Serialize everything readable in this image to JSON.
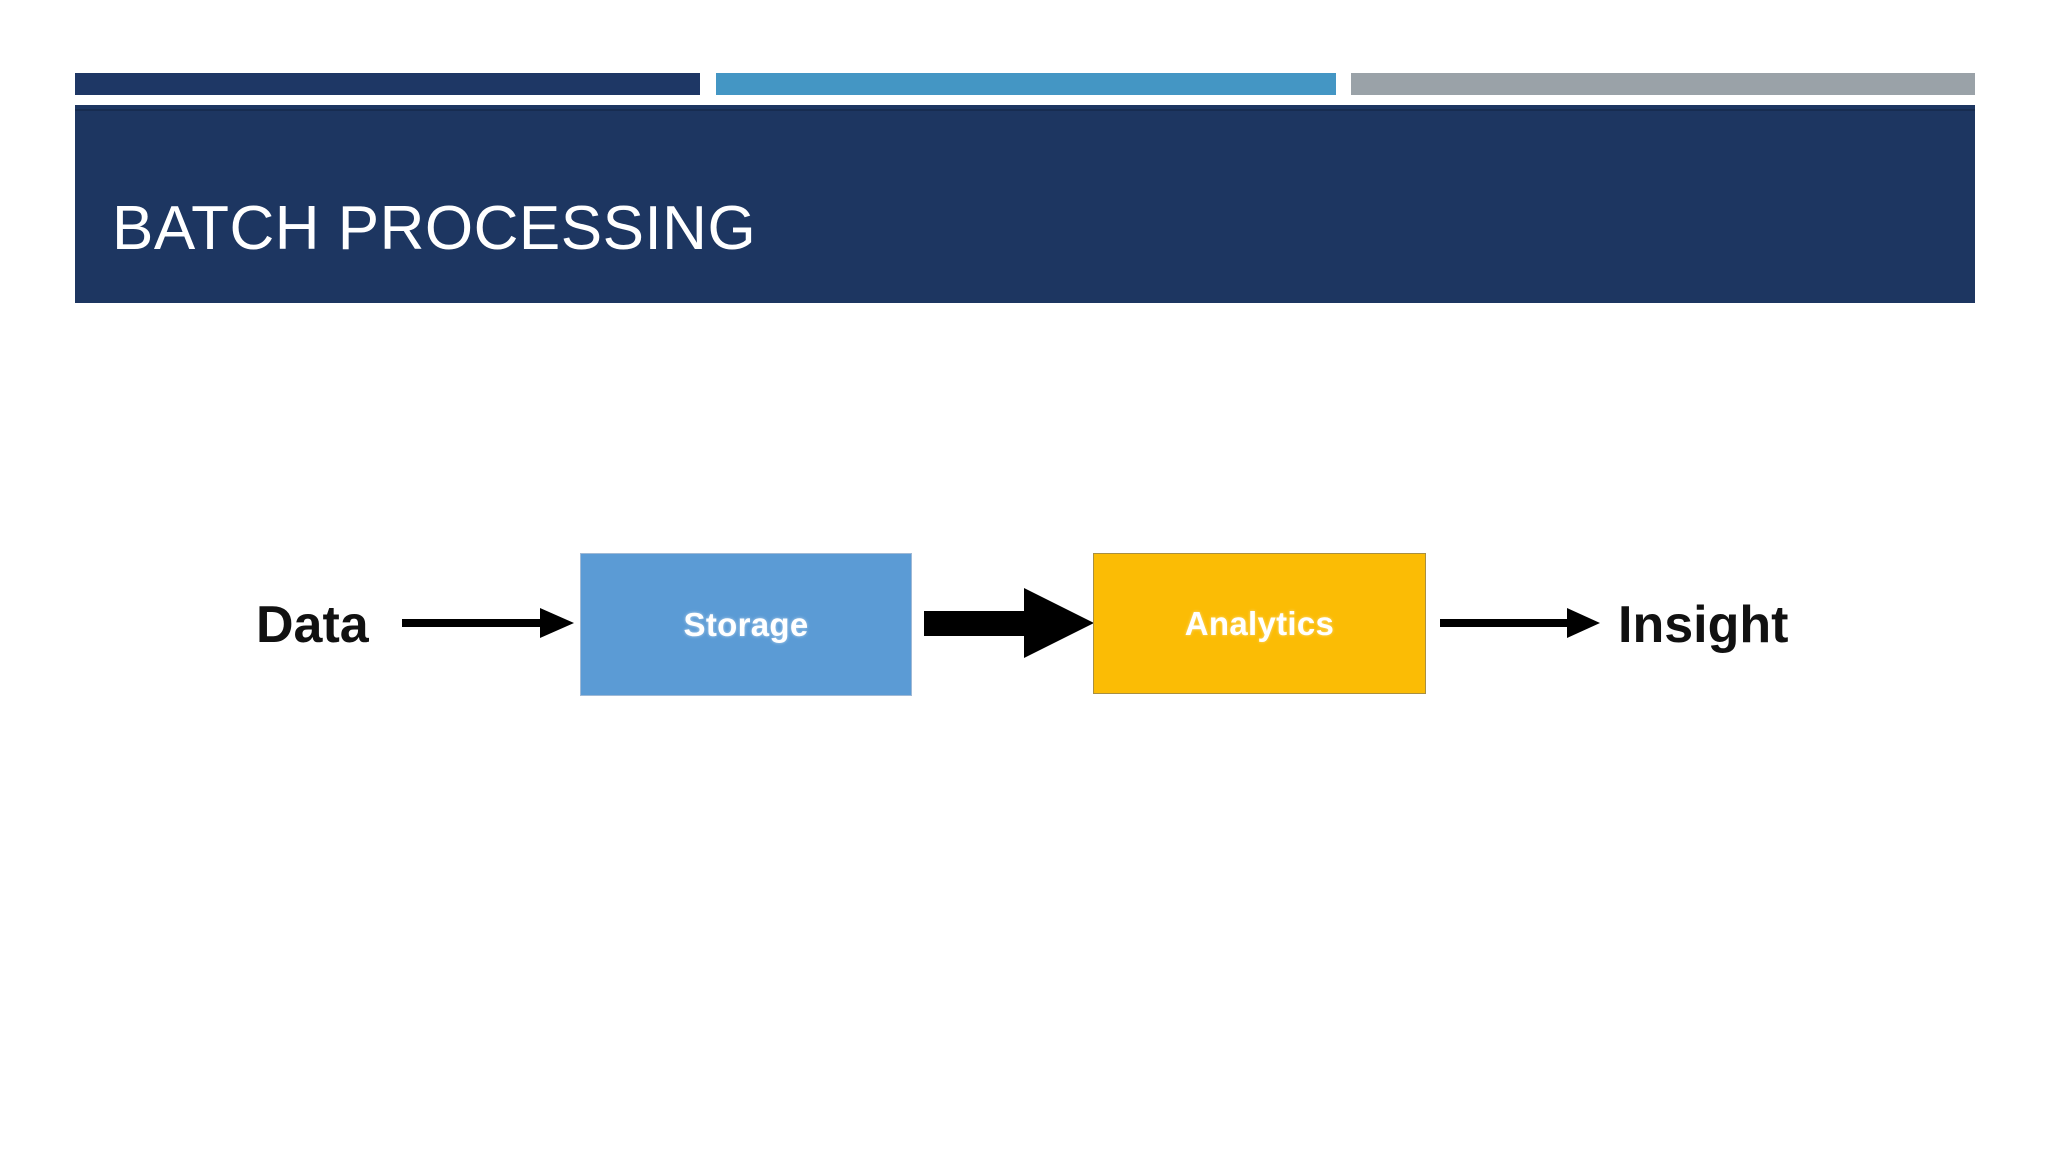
{
  "slide": {
    "title": "BATCH PROCESSING",
    "background_color": "#ffffff"
  },
  "accent_bars": [
    {
      "name": "navy",
      "color": "#1e3765"
    },
    {
      "name": "blue",
      "color": "#4496c4"
    },
    {
      "name": "gray",
      "color": "#9aa2a8"
    }
  ],
  "banner": {
    "color": "#1d3661",
    "title_color": "#ffffff"
  },
  "diagram": {
    "type": "flow",
    "nodes": [
      {
        "id": "data",
        "label": "Data",
        "shape": "text",
        "text_color": "#111111"
      },
      {
        "id": "storage",
        "label": "Storage",
        "shape": "box",
        "fill": "#5b9bd5",
        "border": "#9fb9d6",
        "text_color": "#ffffff"
      },
      {
        "id": "analytics",
        "label": "Analytics",
        "shape": "box",
        "fill": "#fbbc05",
        "border": "#a88f42",
        "text_color": "#ffffff"
      },
      {
        "id": "insight",
        "label": "Insight",
        "shape": "text",
        "text_color": "#111111"
      }
    ],
    "edges": [
      {
        "from": "data",
        "to": "storage",
        "style": "thin",
        "color": "#000000"
      },
      {
        "from": "storage",
        "to": "analytics",
        "style": "thick",
        "color": "#000000"
      },
      {
        "from": "analytics",
        "to": "insight",
        "style": "thin",
        "color": "#000000"
      }
    ]
  }
}
